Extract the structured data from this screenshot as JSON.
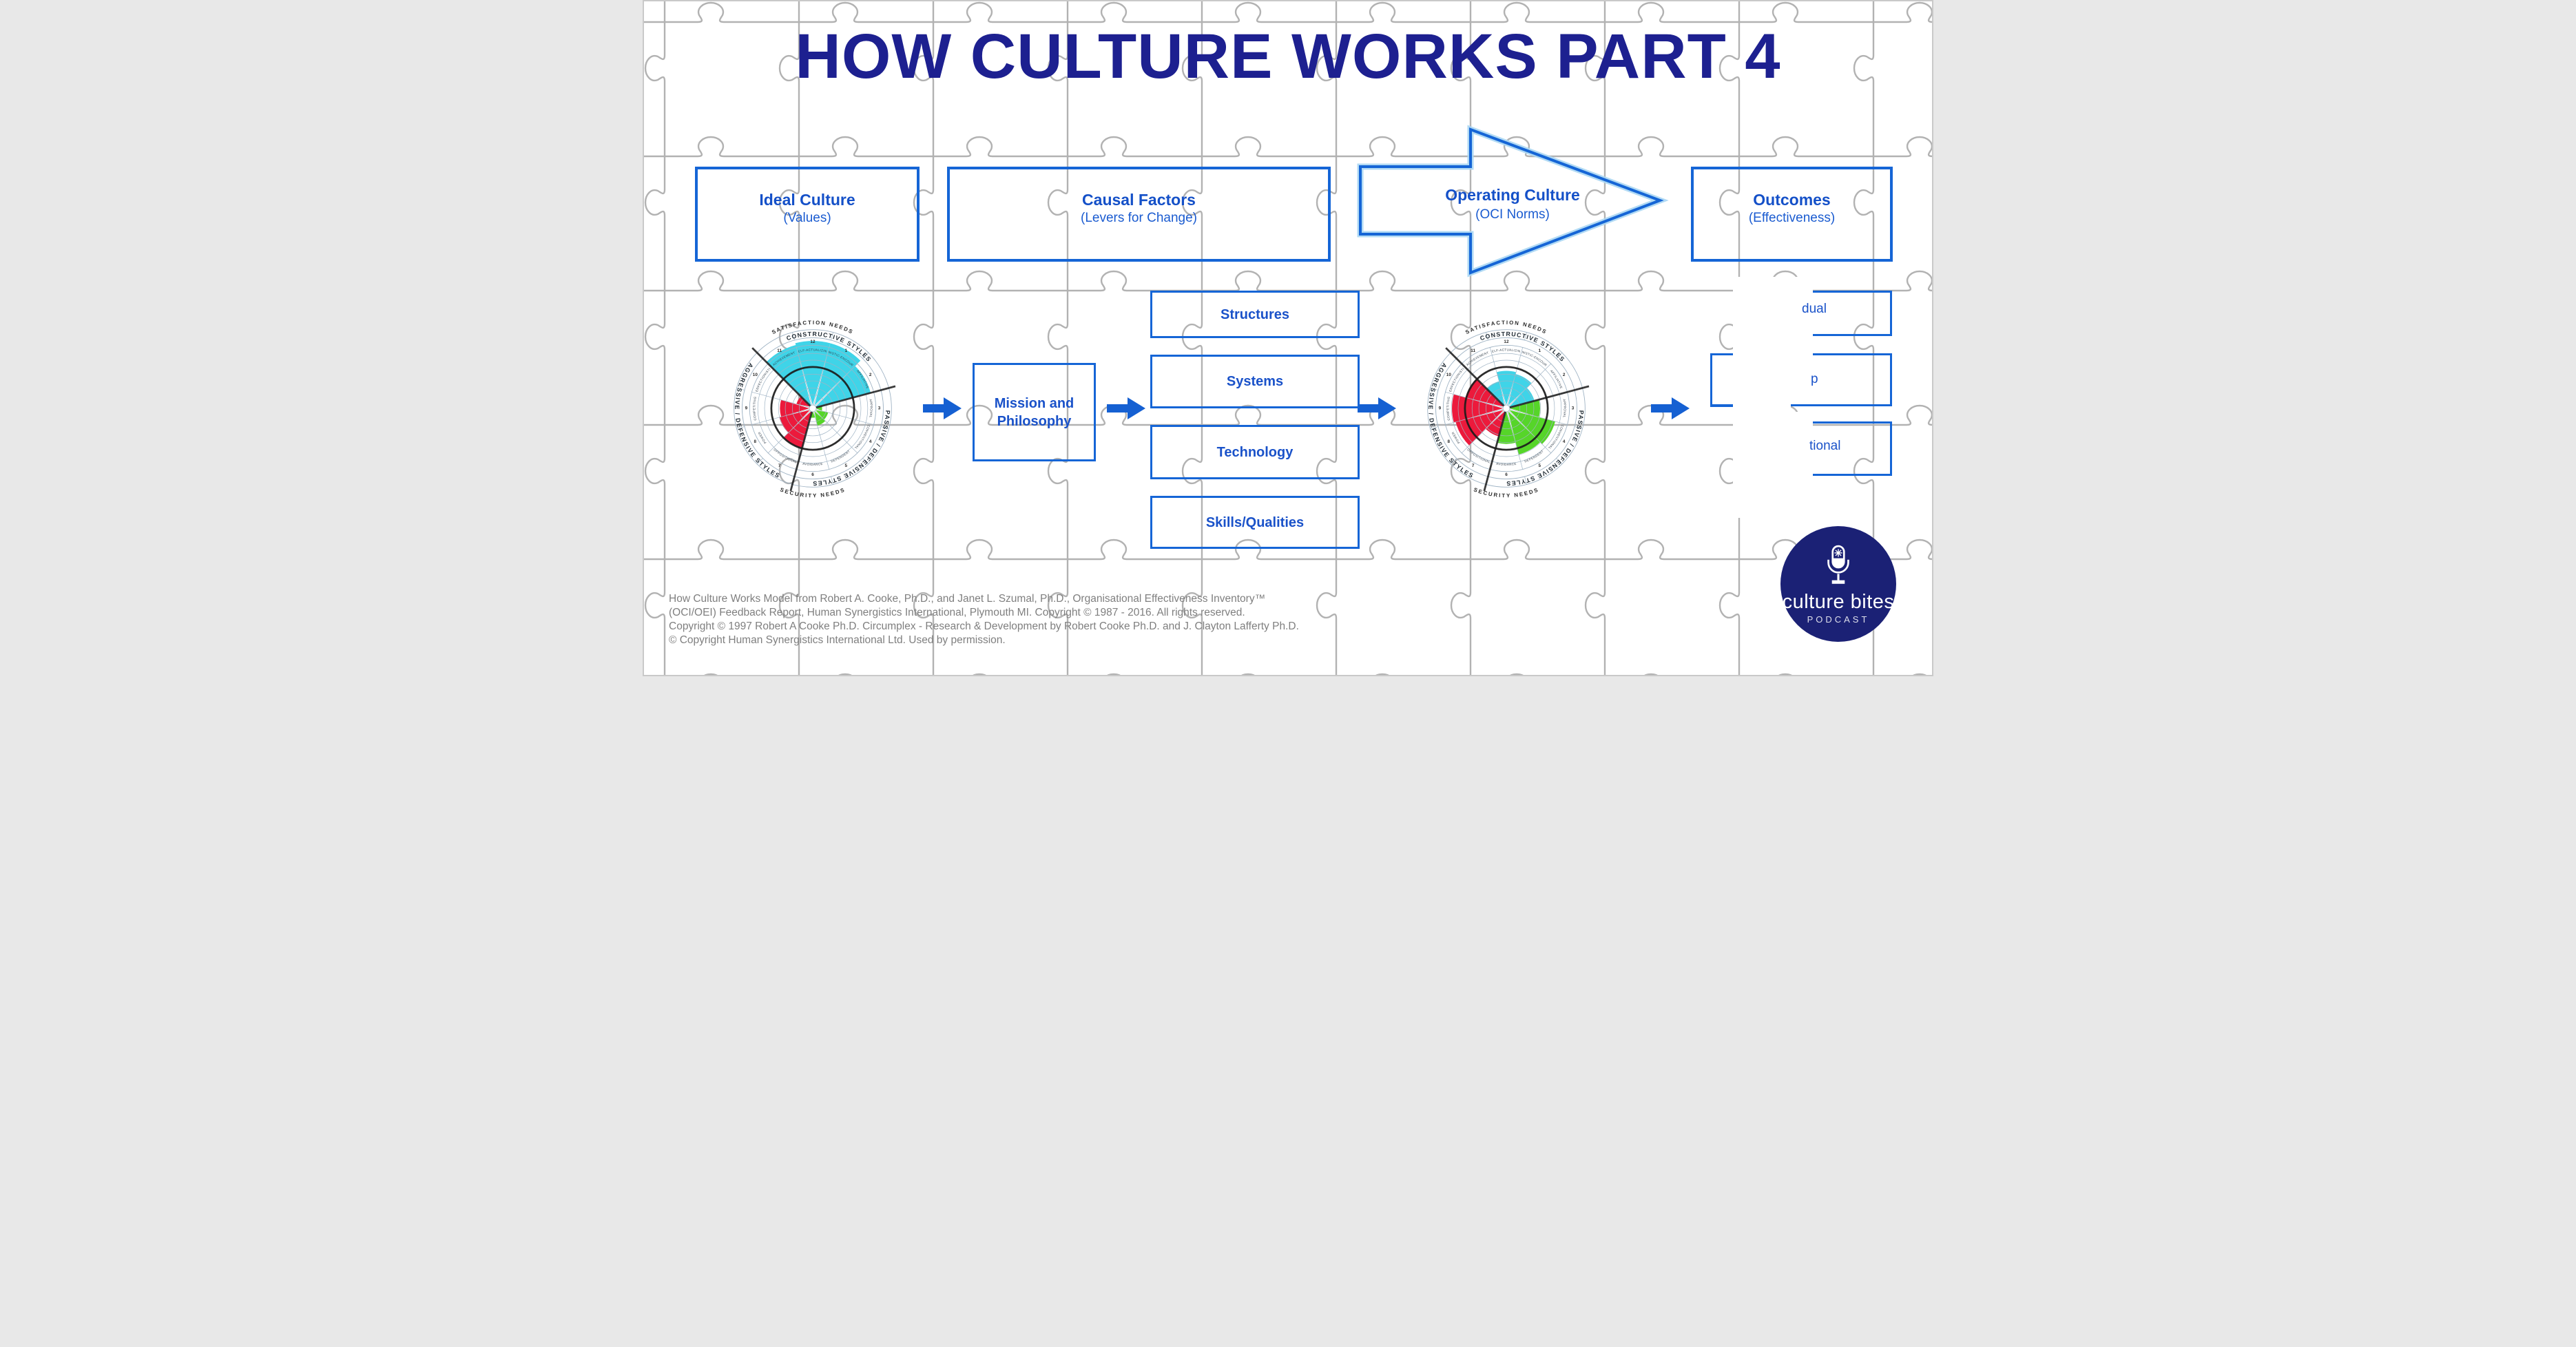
{
  "title": "HOW CULTURE WORKS PART 4",
  "flow": {
    "ideal_culture": {
      "label": "Ideal Culture",
      "sublabel": "(Values)"
    },
    "causal_factors": {
      "label": "Causal Factors",
      "sublabel": "(Levers for Change)"
    },
    "operating_culture": {
      "label": "Operating Culture",
      "sublabel": "(OCI Norms)"
    },
    "outcomes": {
      "label": "Outcomes",
      "sublabel": "(Effectiveness)"
    }
  },
  "mission_box": {
    "line1": "Mission and",
    "line2": "Philosophy"
  },
  "causal_factor_boxes": [
    "Structures",
    "Systems",
    "Technology",
    "Skills/Qualities"
  ],
  "outcome_boxes": {
    "individual": {
      "visible_fragment": "dual"
    },
    "group": {
      "visible_fragment": "p"
    },
    "organisational": {
      "visible_fragment": "tional"
    }
  },
  "copyright": {
    "lines": [
      "How Culture Works Model from Robert A. Cooke, Ph.D., and Janet L. Szumal, Ph.D., Organisational Effectiveness Inventory™",
      "(OCI/OEI) Feedback Report, Human Synergistics International, Plymouth MI. Copyright © 1987 - 2016. All rights reserved.",
      "Copyright © 1997 Robert A Cooke Ph.D. Circumplex - Research & Development by Robert Cooke Ph.D. and J. Clayton Lafferty Ph.D.",
      "© Copyright Human Synergistics International Ltd. Used by permission."
    ]
  },
  "logo": {
    "name": "culture bites",
    "subtitle": "PODCAST"
  },
  "colors": {
    "title_navy": "#1d2090",
    "accent_blue": "#1565d6",
    "box_text_blue": "#1450c8",
    "light_blue_halo": "#a9d6f3",
    "puzzle_line_gray": "#b2b2b2",
    "copyright_gray": "#7f7f7f",
    "logo_navy": "#1b2175",
    "constructive_cyan": "#3fd4e8",
    "passive_green": "#56d529",
    "aggressive_red": "#ec1a3c"
  },
  "chart_data": {
    "shared": {
      "type": "circumplex",
      "outer_top_label": "SATISFACTION NEEDS",
      "outer_bottom_label": "SECURITY NEEDS",
      "band_labels": {
        "constructive": "CONSTRUCTIVE STYLES",
        "passive": "PASSIVE / DEFENSIVE STYLES",
        "aggressive": "AGGRESSIVE / DEFENSIVE STYLES"
      },
      "style_labels_clockwise_from_12": [
        "SELF-ACTUALIZING",
        "HUMANISTIC-ENCOURAGING",
        "AFFILIATIVE",
        "APPROVAL",
        "CONVENTIONAL",
        "DEPENDENT",
        "AVOIDANCE",
        "OPPOSITIONAL",
        "POWER",
        "COMPETITIVE",
        "PERFECTIONISTIC",
        "ACHIEVEMENT"
      ],
      "clock_numbers": [
        "12",
        "1",
        "2",
        "3",
        "4",
        "5",
        "6",
        "7",
        "8",
        "9",
        "10",
        "11"
      ],
      "grid_color": "#9fb3c4",
      "median_ring_color": "#1b1b1b"
    },
    "ideal_culture": {
      "title": "Ideal Culture circumplex",
      "extents_percent_by_clock": {
        "11": 70,
        "12": 72,
        "1": 72,
        "2": 64,
        "3": 10,
        "4": 17,
        "5": 19,
        "6": 10,
        "7": 44,
        "8": 37,
        "9": 35,
        "10": 18
      }
    },
    "operating_culture": {
      "title": "Operating Culture circumplex",
      "extents_percent_by_clock": {
        "11": 30,
        "12": 40,
        "1": 38,
        "2": 31,
        "3": 36,
        "4": 54,
        "5": 51,
        "6": 38,
        "7": 31,
        "8": 56,
        "9": 58,
        "10": 45
      }
    }
  }
}
